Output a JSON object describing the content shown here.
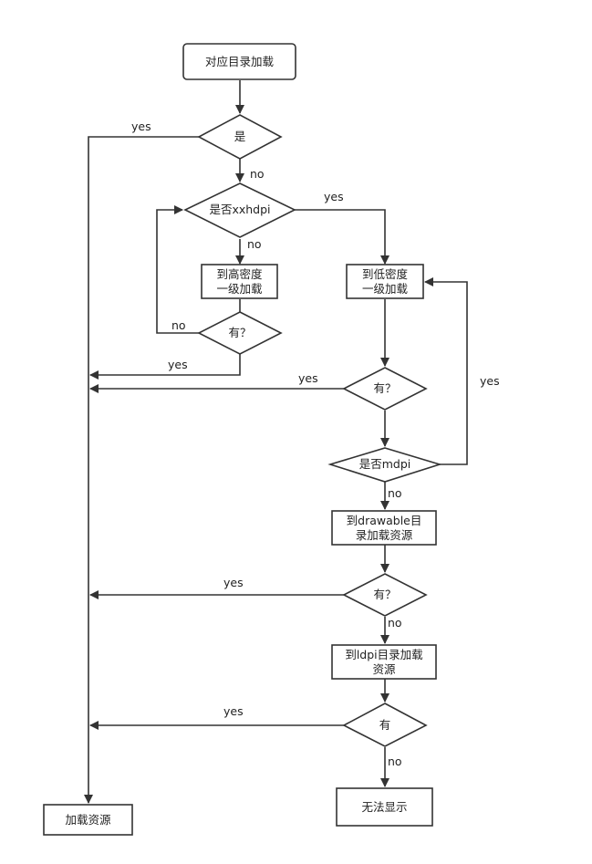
{
  "nodes": {
    "start": "对应目录加载",
    "d_exist": "是",
    "d_xxhdpi": "是否xxhdpi",
    "high_density": [
      "到高密度",
      "一级加载"
    ],
    "d_has_high": "有？",
    "low_density": [
      "到低密度",
      "一级加载"
    ],
    "d_has_low": "有？",
    "d_mdpi": "是否mdpi",
    "drawable": [
      "到drawable目",
      "录加载资源"
    ],
    "d_has_drawable": "有？",
    "ldpi": [
      "到ldpi目录加载",
      "资源"
    ],
    "d_has_ldpi": "有",
    "load_resource": "加载资源",
    "cannot_show": "无法显示"
  },
  "edge_labels": {
    "exist_yes": "yes",
    "exist_no": "no",
    "xxhdpi_yes": "yes",
    "xxhdpi_no": "no",
    "has_high_no": "no",
    "has_high_yes": "yes",
    "has_low_yes": "yes",
    "mdpi_yes": "yes",
    "mdpi_no": "no",
    "has_drawable_yes": "yes",
    "has_drawable_no": "no",
    "has_ldpi_yes": "yes",
    "has_ldpi_no": "no"
  }
}
